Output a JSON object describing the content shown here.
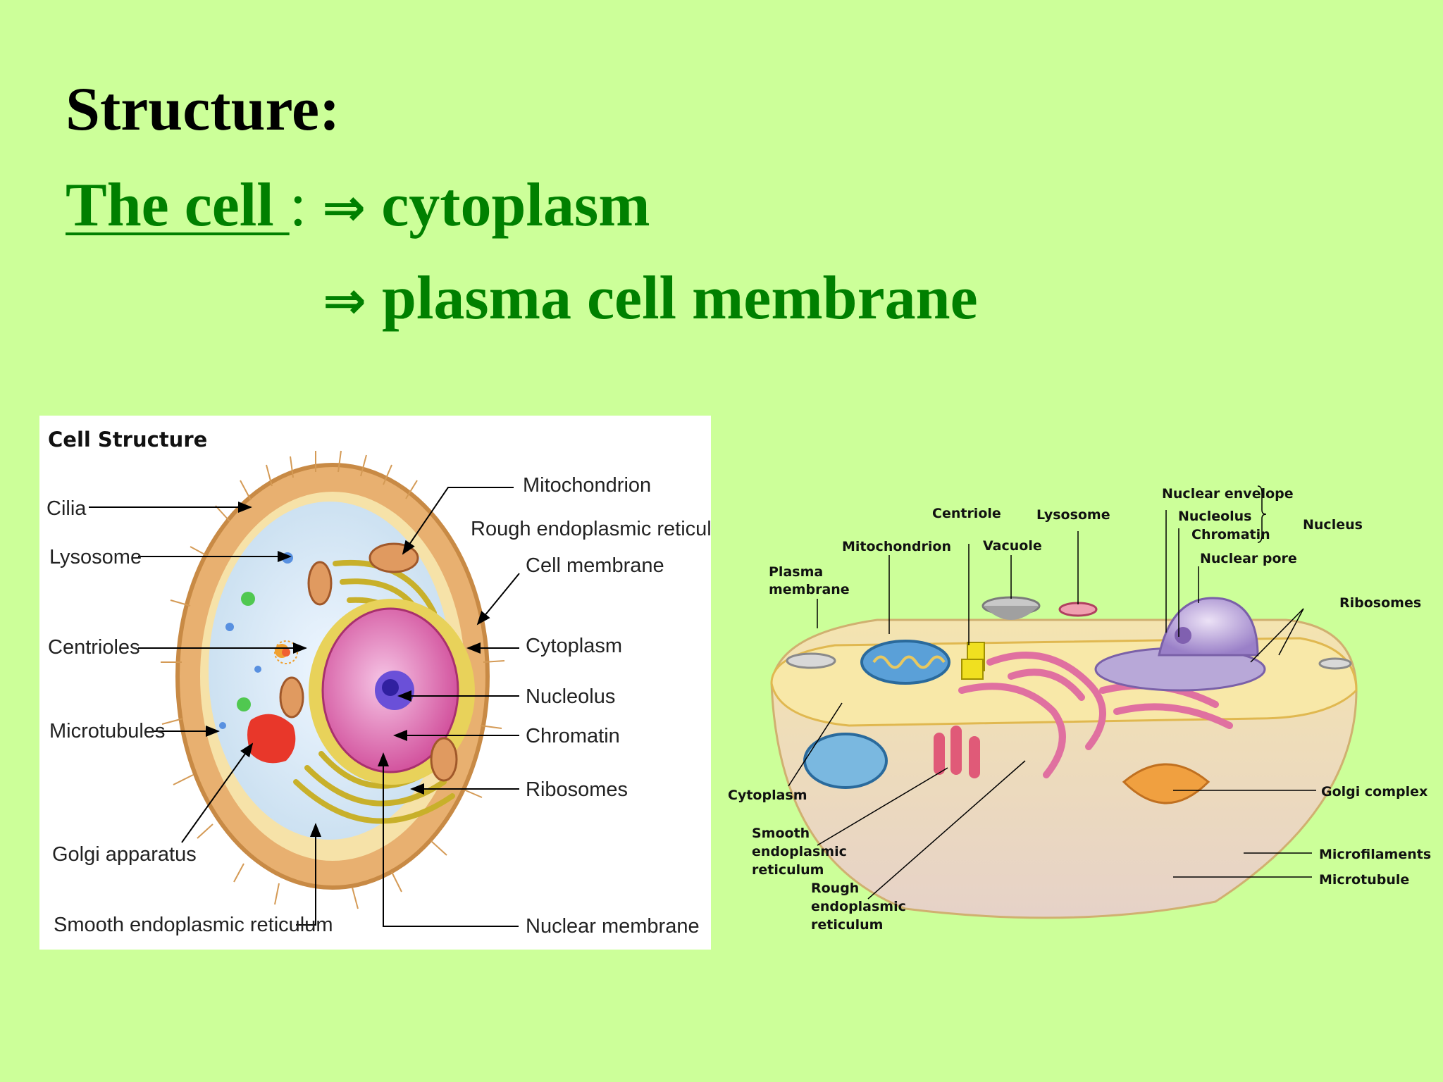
{
  "slide": {
    "title": "Structure:",
    "line2": {
      "term": "The cell ",
      "colon": ":",
      "arrow": "⇒",
      "text": "cytoplasm"
    },
    "line3": {
      "arrow": "⇒",
      "text": "plasma cell membrane"
    }
  },
  "left_diagram": {
    "heading": "Cell Structure",
    "labels": {
      "cilia": "Cilia",
      "lysosome": "Lysosome",
      "centrioles": "Centrioles",
      "microtubules": "Microtubules",
      "golgi": "Golgi apparatus",
      "smooth_er": "Smooth endoplasmic reticulum",
      "mitochondrion": "Mitochondrion",
      "rough_er": "Rough endoplasmic reticulum",
      "cell_membrane": "Cell membrane",
      "cytoplasm": "Cytoplasm",
      "nucleolus": "Nucleolus",
      "chromatin": "Chromatin",
      "ribosomes": "Ribosomes",
      "nuclear_membrane": "Nuclear membrane"
    }
  },
  "right_diagram": {
    "labels": {
      "plasma_membrane_1": "Plasma",
      "plasma_membrane_2": "membrane",
      "mitochondrion": "Mitochondrion",
      "centriole": "Centriole",
      "vacuole": "Vacuole",
      "lysosome": "Lysosome",
      "nuclear_envelope": "Nuclear envelope",
      "nucleolus": "Nucleolus",
      "chromatin": "Chromatin",
      "nuclear_pore": "Nuclear pore",
      "nucleus": "Nucleus",
      "ribosomes": "Ribosomes",
      "cytoplasm": "Cytoplasm",
      "golgi": "Golgi complex",
      "smooth_er_1": "Smooth",
      "smooth_er_2": "endoplasmic",
      "smooth_er_3": "reticulum",
      "rough_er_1": "Rough",
      "rough_er_2": "endoplasmic",
      "rough_er_3": "reticulum",
      "microfilaments": "Microfilaments",
      "microtubule": "Microtubule"
    }
  }
}
